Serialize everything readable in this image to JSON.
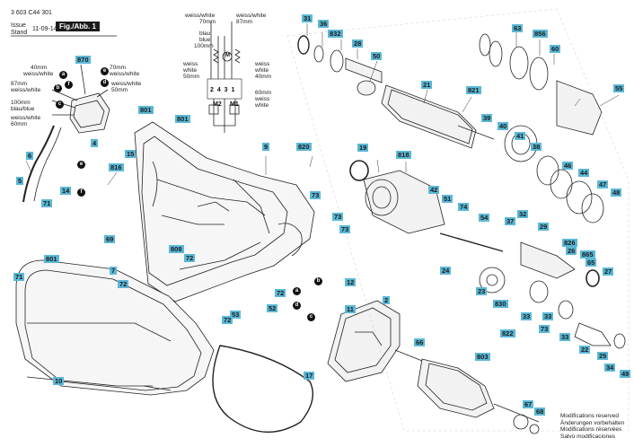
{
  "header": {
    "part_no": "3 603 C44 301",
    "issue_label": "Issue",
    "stand_label": "Stand",
    "date": "11-09-14",
    "figure": "Fig./Abb. 1"
  },
  "wiring": {
    "top_left": [
      "weiss/white",
      "70mm",
      "blau",
      "blue",
      "100mm"
    ],
    "top_right": [
      "weiss/white",
      "87mm"
    ],
    "left_mid": [
      "weiss",
      "white",
      "50mm"
    ],
    "right_mid": [
      "weiss",
      "white",
      "40mm"
    ],
    "right_low": [
      "60mm",
      "weiss",
      "white"
    ],
    "terminals": "2 4 3 1",
    "m2": "M2",
    "m1": "M1",
    "m": "M"
  },
  "switch": {
    "l1": [
      "40mm",
      "weiss/white"
    ],
    "l2": [
      "87mm",
      "weiss/white"
    ],
    "l3": [
      "100mm",
      "blau/blue"
    ],
    "l4": [
      "weiss/white",
      "60mm"
    ],
    "r1": [
      "70mm",
      "weiss/white"
    ],
    "r2": [
      "weiss/white",
      "50mm"
    ]
  },
  "letters": [
    "a",
    "b",
    "c",
    "d",
    "e",
    "f"
  ],
  "labels": {
    "p870": "870",
    "p4": "4",
    "p801a": "801",
    "p801b": "801",
    "p801c": "801",
    "p6": "6",
    "p5": "5",
    "p816": "816",
    "p15": "15",
    "p14": "14",
    "p71a": "71",
    "p71b": "71",
    "p69": "69",
    "p808": "808",
    "p72a": "72",
    "p7": "7",
    "p72b": "72",
    "p10": "10",
    "p9": "9",
    "p820": "820",
    "p73a": "73",
    "p72c": "72",
    "p53": "53",
    "p52": "52",
    "p17": "17",
    "p31": "31",
    "p36": "36",
    "p832": "832",
    "p28": "28",
    "p50": "50",
    "p21": "21",
    "p19": "19",
    "p818": "818",
    "p73b": "73",
    "p73c": "73",
    "p12": "12",
    "p11": "11",
    "p2": "2",
    "p42": "42",
    "p51": "51",
    "p74": "74",
    "p54": "54",
    "p24": "24",
    "p23": "23",
    "p830": "830",
    "p822": "822",
    "p33a": "33",
    "p66": "66",
    "p803": "803",
    "p67": "67",
    "p68": "68",
    "p63": "63",
    "p856": "856",
    "p60": "60",
    "p55": "55",
    "p821": "821",
    "p39": "39",
    "p40": "40",
    "p41": "41",
    "p38": "38",
    "p46": "46",
    "p44": "44",
    "p47": "47",
    "p48": "48",
    "p37": "37",
    "p32": "32",
    "p29": "29",
    "p826": "826",
    "p26": "26",
    "p865": "865",
    "p65": "65",
    "p27": "27",
    "p33b": "33",
    "p22": "22",
    "p25": "25",
    "p34": "34",
    "p49": "49",
    "p73d": "73",
    "p33c": "33",
    "p72d": "72"
  },
  "modifications": [
    "Modifications reserved",
    "Änderungen vorbehalten",
    "Modifications réservées",
    "Salvo modificaciones"
  ]
}
